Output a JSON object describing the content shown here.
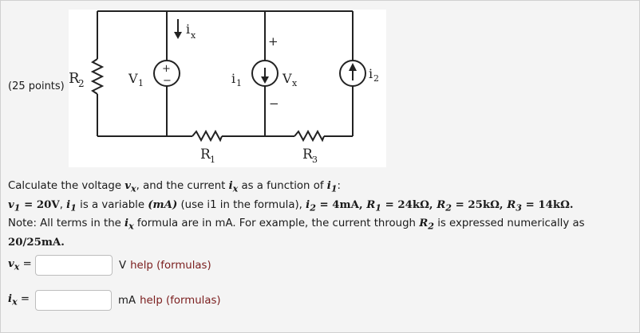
{
  "points_label": "(25 points)",
  "circuit": {
    "ix": "i",
    "ix_sub": "x",
    "r2": "R",
    "r2_sub": "2",
    "v1": "V",
    "v1_sub": "1",
    "plus": "+",
    "minus": "−",
    "i1": "i",
    "i1_sub": "1",
    "vx": "V",
    "vx_sub": "x",
    "i2": "i",
    "i2_sub": "2",
    "r1": "R",
    "r1_sub": "1",
    "r3": "R",
    "r3_sub": "3"
  },
  "problem": {
    "line1_a": "Calculate the voltage ",
    "line1_vx": "v",
    "line1_vx_sub": "x",
    "line1_b": ", and the current ",
    "line1_ix": "i",
    "line1_ix_sub": "x",
    "line1_c": " as a function of ",
    "line1_i1": "i",
    "line1_i1_sub": "1",
    "line1_d": ":",
    "line2_v1": "v",
    "line2_v1_sub": "1",
    "line2_v1_val": " = 20V",
    "line2_sep1": ", ",
    "line2_i1": "i",
    "line2_i1_sub": "1",
    "line2_a": " is a variable ",
    "line2_ma": "(mA)",
    "line2_b": " (use i1 in the formula), ",
    "line2_i2": "i",
    "line2_i2_sub": "2",
    "line2_i2_val": " = 4mA, ",
    "line2_r1": "R",
    "line2_r1_sub": "1",
    "line2_r1_val": " = 24kΩ, ",
    "line2_r2": "R",
    "line2_r2_sub": "2",
    "line2_r2_val": " = 25kΩ, ",
    "line2_r3": "R",
    "line2_r3_sub": "3",
    "line2_r3_val": " = 14kΩ.",
    "line3_a": "Note: All terms in the ",
    "line3_ix": "i",
    "line3_ix_sub": "x",
    "line3_b": " formula are in mA. For example, the current through ",
    "line3_r2": "R",
    "line3_r2_sub": "2",
    "line3_c": " is expressed numerically as",
    "line4": "20/25mA."
  },
  "answers": {
    "vx_label": "v",
    "vx_label_sub": "x",
    "vx_eq": " =",
    "vx_value": "",
    "vx_unit": "V",
    "vx_help": "help (formulas)",
    "ix_label": "i",
    "ix_label_sub": "x",
    "ix_eq": " =",
    "ix_value": "",
    "ix_unit": "mA",
    "ix_help": "help (formulas)"
  }
}
